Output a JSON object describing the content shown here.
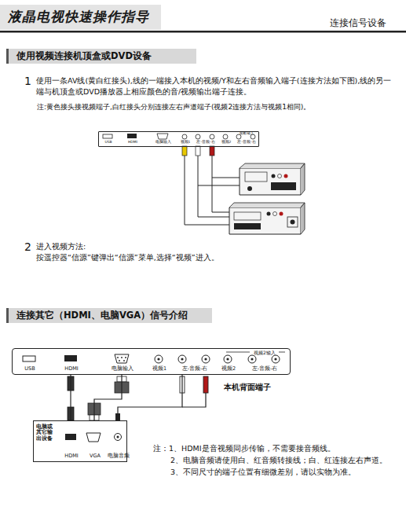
{
  "diagram": {
    "title": "液晶电视快速操作指导",
    "nodes": [
      {
        "text": [
          "USB",
          "HDMI",
          "电脑输入",
          "视频1",
          "左-音频-右",
          "视频2",
          "左-音频-右",
          "视频2输入"
        ]
      },
      {
        "text": [
          "USB",
          "HDMI",
          "电脑输入",
          "视频1",
          "左-音频-右",
          "视频2",
          "左-音频-右",
          "视频2输入"
        ]
      },
      {
        "text": [
          "电脑或其它输出设备",
          "HDMI",
          "VGA",
          "电脑音频"
        ]
      }
    ],
    "edges": [
      {
        "from": 1,
        "to": 2,
        "arrow": "none"
      },
      {
        "from": 1,
        "to": 2,
        "arrow": "none"
      },
      {
        "from": 1,
        "to": 2,
        "arrow": "none"
      }
    ],
    "labels": [
      "连接信号设备",
      "使用视频连接机顶盒或DVD设备",
      "1",
      "使用一条AV线(黄白红接头),线的一端接入本机的视频/Y和左右音频输入端子(连接方法如下图),线的另一端与机顶盒或DVD播放器上相应颜色的音/视频输出端子连接。",
      "注:黄色接头接视频端子,白红接头分别连接左右声道端子(视频2连接方法与视频1相同)。",
      "2",
      "进入视频方法:",
      "按遥控器“信源”键弹出“信源”菜单,选择“视频”进入。",
      "连接其它（HDMI、电脑VGA）信号介绍",
      "本机背面端子",
      "注：1、HDMI是音视频同步传输，不需要接音频线。",
      "2、电脑音频请使用白、红音频转接线；白、红连接左右声道。",
      "3、不同尺寸的端子位置有细微差别，请以实物为准。"
    ]
  }
}
